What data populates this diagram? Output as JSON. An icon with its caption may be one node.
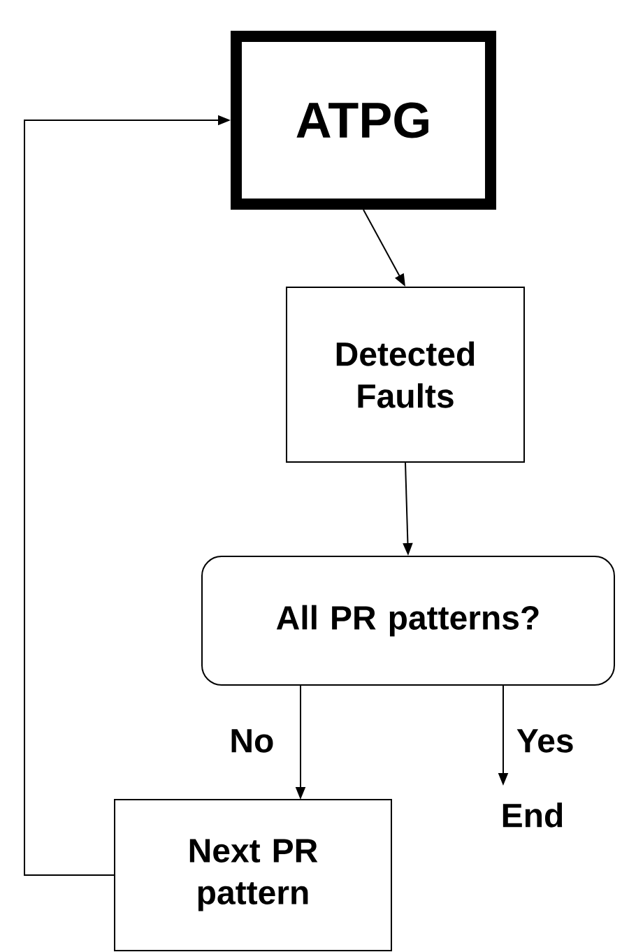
{
  "diagram": {
    "nodes": [
      {
        "text": [
          "ATPG"
        ]
      },
      {
        "text": [
          "Detected Faults"
        ]
      },
      {
        "text": [
          "All PR patterns?"
        ]
      },
      {
        "text": [
          "Next PR pattern"
        ]
      },
      {
        "text": [
          "End"
        ]
      }
    ],
    "edges": [
      {
        "from": 0,
        "to": 1,
        "arrow": "to"
      },
      {
        "from": 1,
        "to": 2,
        "arrow": "to"
      },
      {
        "from": 2,
        "to": 3,
        "arrow": "to",
        "label": "No"
      },
      {
        "from": 2,
        "to": 4,
        "arrow": "to",
        "label": "Yes"
      },
      {
        "from": 3,
        "to": 0,
        "arrow": "to"
      }
    ]
  }
}
